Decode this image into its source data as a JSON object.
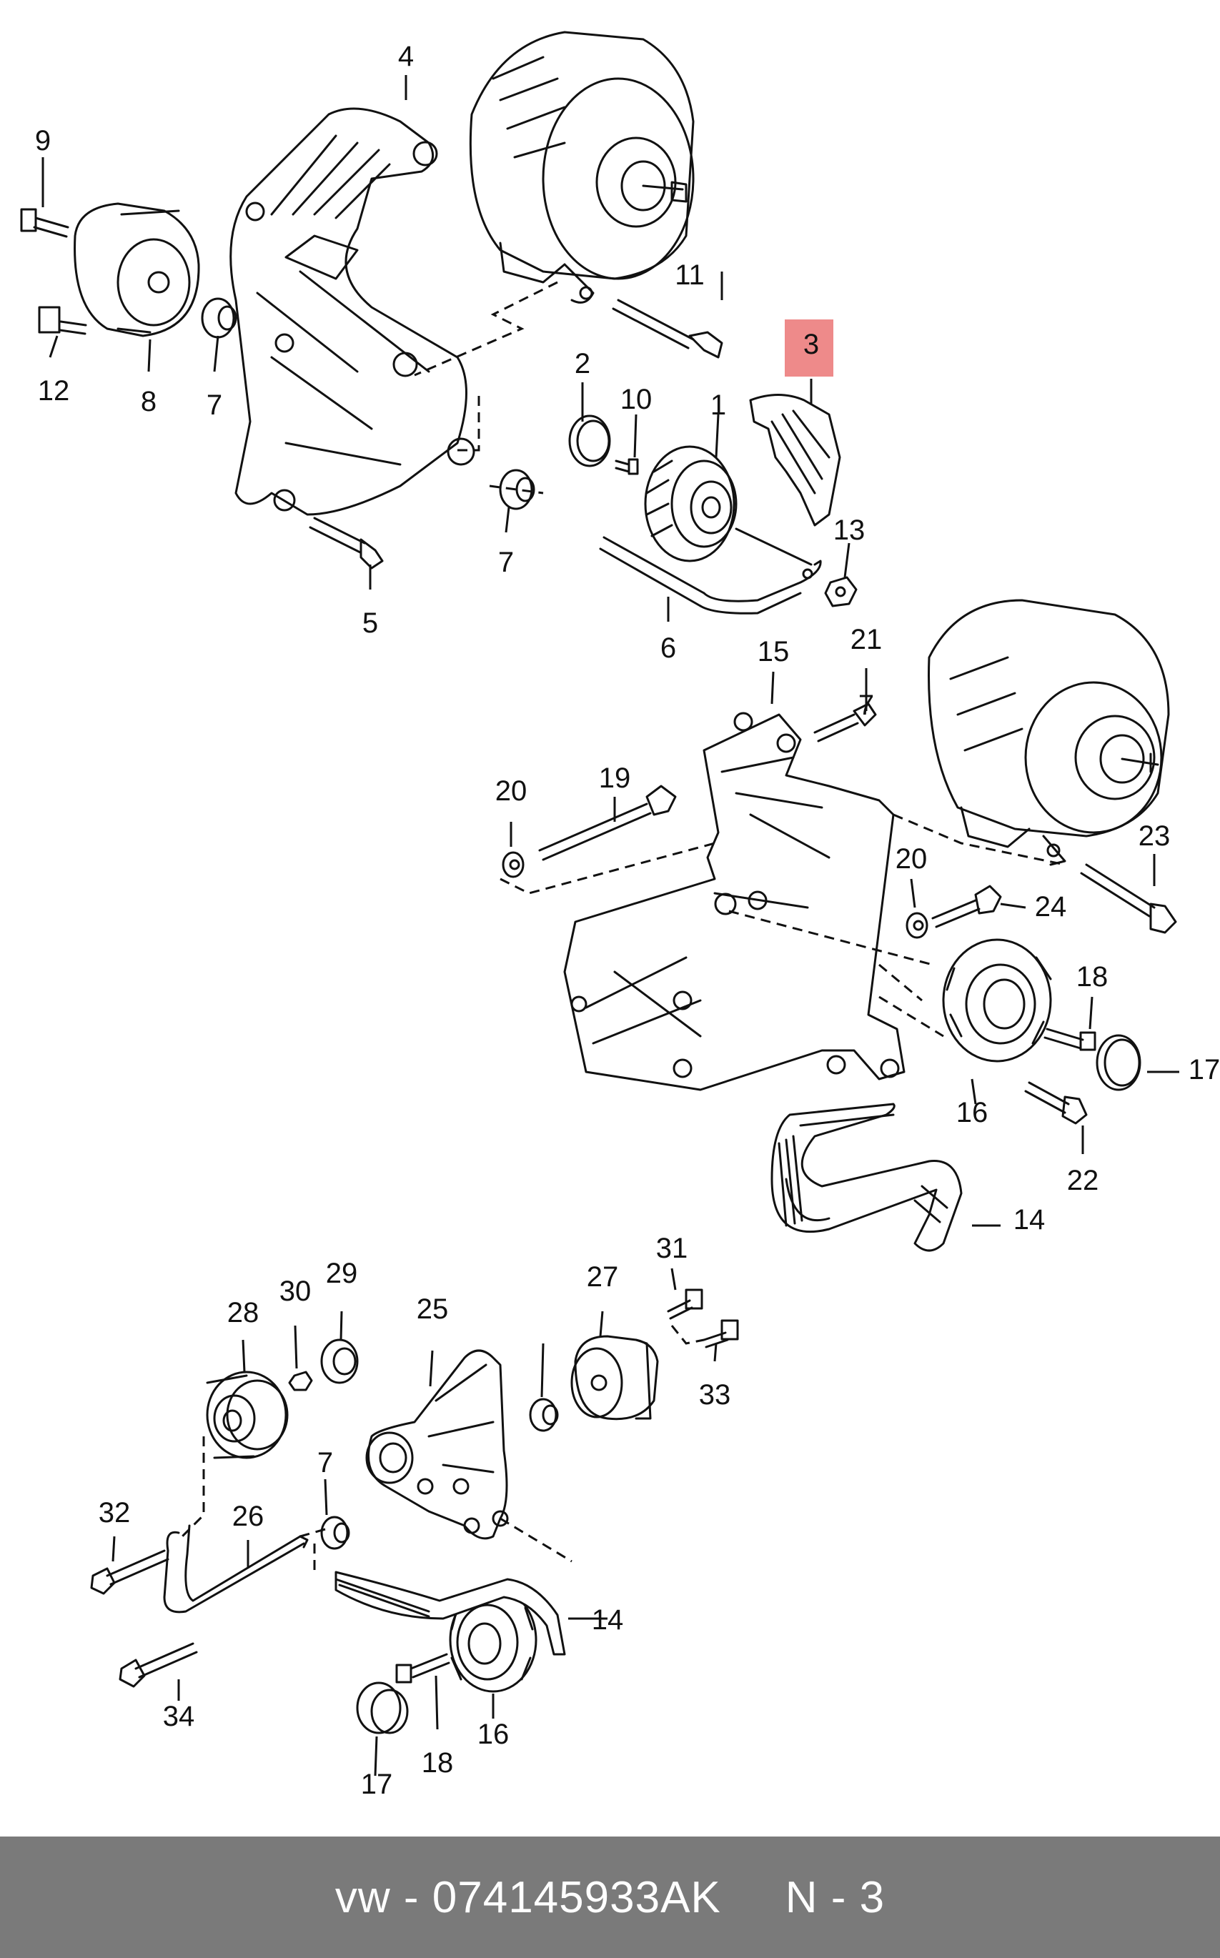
{
  "colors": {
    "line": "#111111",
    "highlight": "#ee8a8a",
    "footer_bg": "#7a7a7a",
    "footer_text": "#ffffff"
  },
  "highlighted_part": "3",
  "callouts": [
    "1",
    "2",
    "3",
    "4",
    "5",
    "6",
    "7",
    "7",
    "7",
    "7",
    "8",
    "9",
    "10",
    "11",
    "12",
    "13",
    "14",
    "14",
    "15",
    "16",
    "16",
    "17",
    "17",
    "18",
    "18",
    "19",
    "20",
    "20",
    "21",
    "22",
    "23",
    "24",
    "25",
    "26",
    "27",
    "28",
    "29",
    "30",
    "31",
    "32",
    "33",
    "34"
  ],
  "footer": {
    "brand": "vw",
    "separator": "-",
    "part_number": "074145933AK",
    "ref": "N - 3"
  }
}
